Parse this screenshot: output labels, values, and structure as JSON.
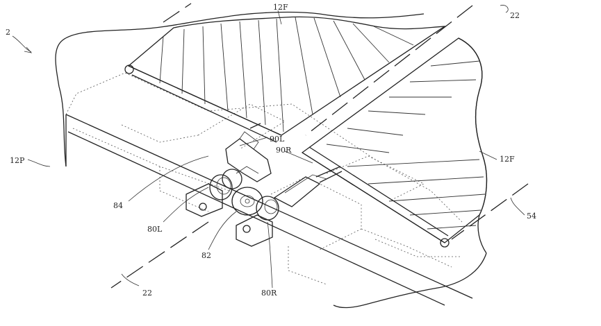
{
  "figure": {
    "labels": {
      "ref_2": "2",
      "ref_12F_top": "12F",
      "ref_12F_right": "12F",
      "ref_22_top": "22",
      "ref_22_bottom": "22",
      "ref_12P": "12P",
      "ref_90L": "90L",
      "ref_90R": "90R",
      "ref_84": "84",
      "ref_80L": "80L",
      "ref_82": "82",
      "ref_80R": "80R",
      "ref_54": "54"
    },
    "colors": {
      "ink": "#222222",
      "paper": "#ffffff"
    }
  }
}
